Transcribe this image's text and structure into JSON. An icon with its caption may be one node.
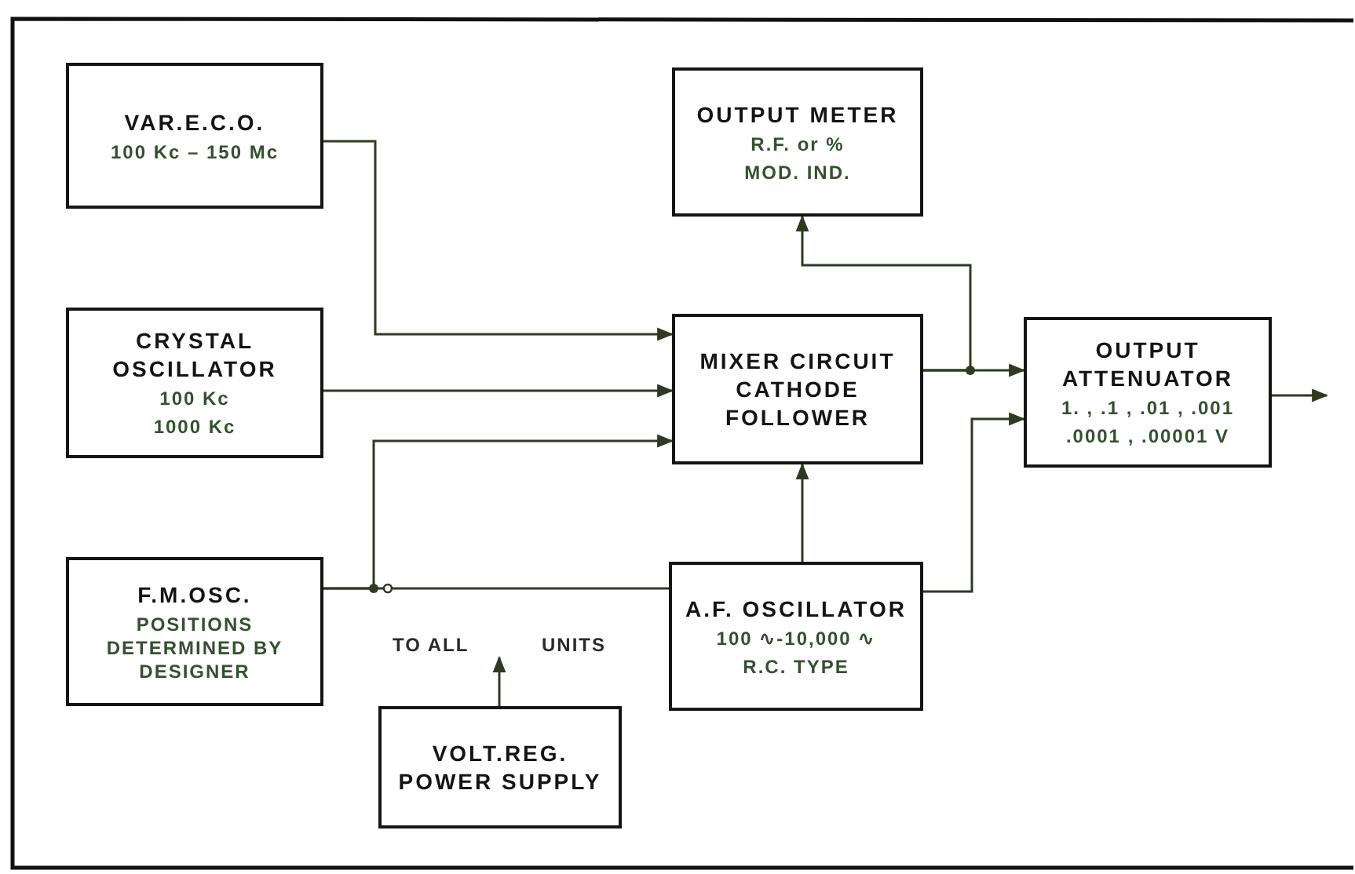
{
  "diagram": {
    "nodes": [
      {
        "text": [
          "VAR.E.C.O.",
          "100 Kc – 150 Mc"
        ]
      },
      {
        "text": [
          "OUTPUT METER",
          "R.F. or %",
          "MOD. IND."
        ]
      },
      {
        "text": [
          "CRYSTAL OSCILLATOR",
          "100 Kc",
          "1000 Kc"
        ]
      },
      {
        "text": [
          "MIXER CIRCUIT CATHODE FOLLOWER"
        ]
      },
      {
        "text": [
          "OUTPUT ATTENUATOR",
          "1. , .1 , .01 , .001",
          ".0001 , .00001 V"
        ]
      },
      {
        "text": [
          "F.M.OSC.",
          "POSITIONS DETERMINED BY DESIGNER"
        ]
      },
      {
        "text": [
          "A.F. OSCILLATOR",
          "100 ∿-10,000 ∿",
          "R.C. TYPE"
        ]
      },
      {
        "text": [
          "VOLT.REG. POWER SUPPLY"
        ]
      },
      {
        "text": [
          "TO ALL",
          "UNITS"
        ]
      }
    ],
    "edges": [
      {
        "from": 0,
        "to": 3,
        "arrow": "to"
      },
      {
        "from": 2,
        "to": 3,
        "arrow": "to"
      },
      {
        "from": 5,
        "to": 3,
        "arrow": "to"
      },
      {
        "from": 5,
        "to": 6,
        "arrow": "none"
      },
      {
        "from": 6,
        "to": 3,
        "arrow": "to"
      },
      {
        "from": 3,
        "to": 4,
        "arrow": "to"
      },
      {
        "from": 3,
        "to": 1,
        "arrow": "to"
      },
      {
        "from": 6,
        "to": 4,
        "arrow": "to"
      },
      {
        "from": 4,
        "to": null,
        "arrow": "to"
      },
      {
        "from": 7,
        "to": 8,
        "arrow": "to"
      }
    ]
  }
}
